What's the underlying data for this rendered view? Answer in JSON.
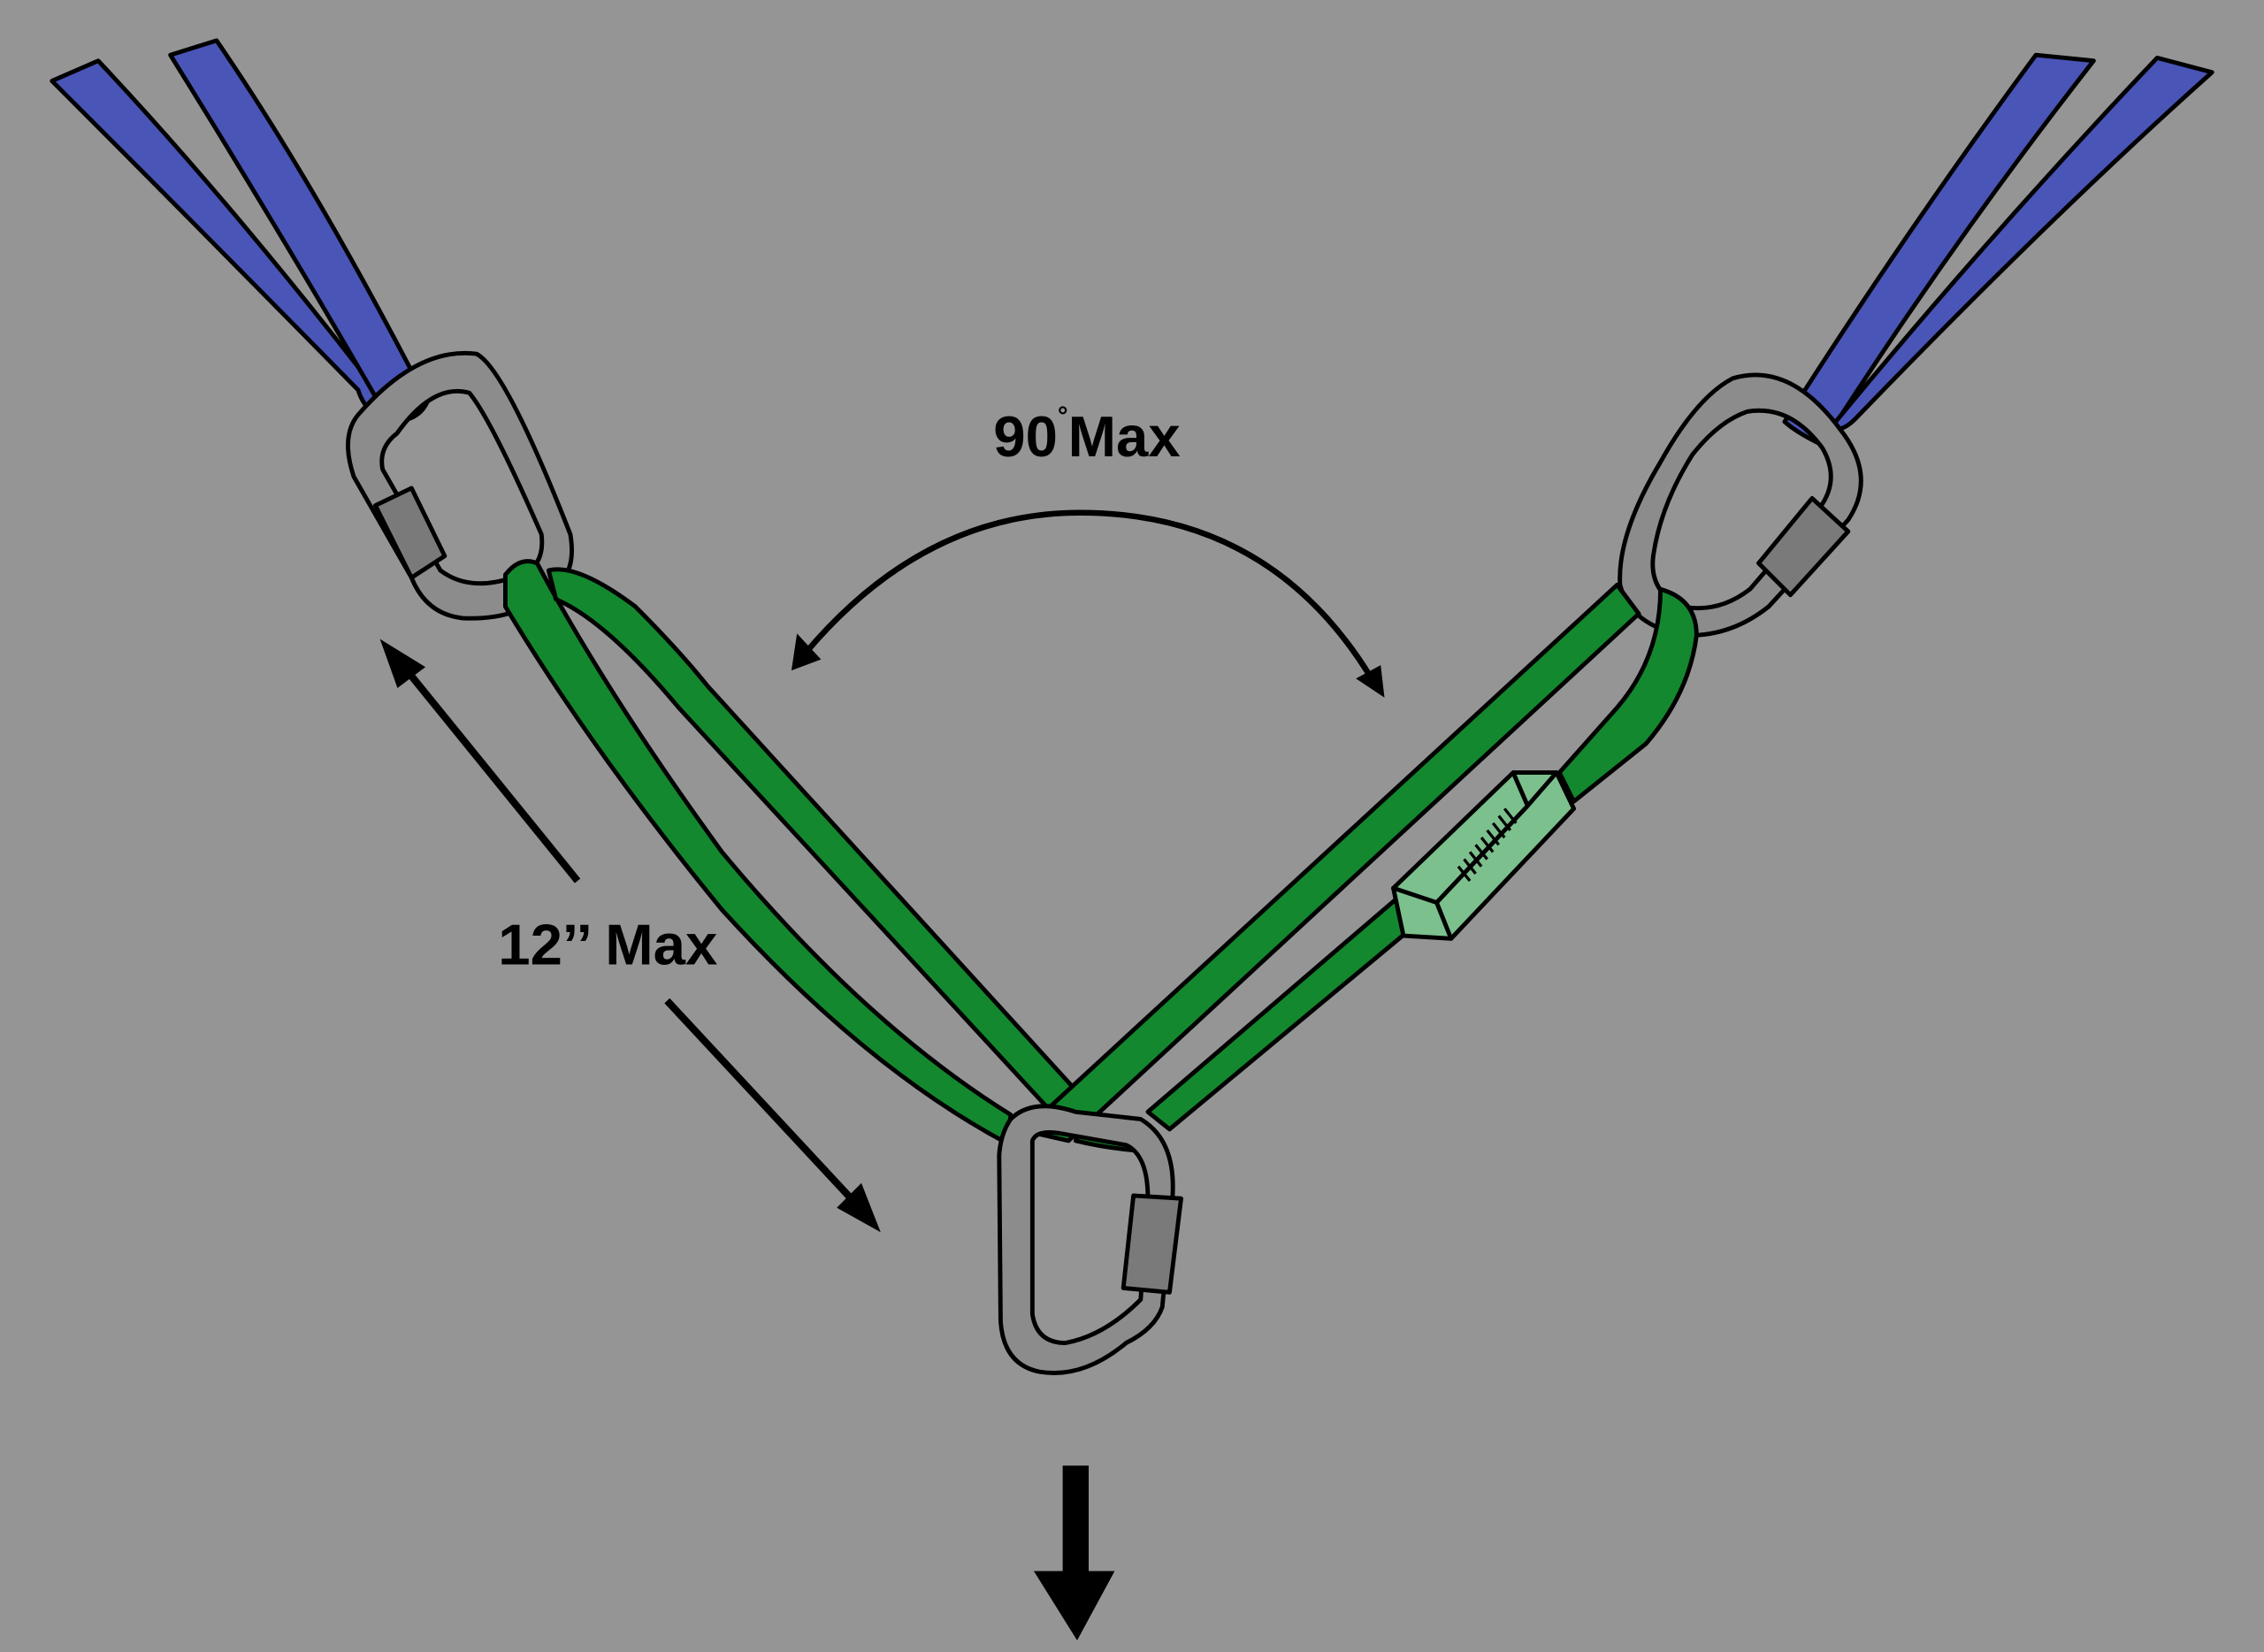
{
  "diagram": {
    "angle_label": "90",
    "angle_unit": "°",
    "angle_suffix": "Max",
    "length_label": "12’’ Max",
    "colors": {
      "background": "#959595",
      "sling_blue": "#4a55b8",
      "sling_green": "#13882f",
      "bartack_green": "#7cc08e",
      "carabiner_gray": "#8c8c8c",
      "carabiner_sleeve": "#7a7a7a"
    }
  }
}
